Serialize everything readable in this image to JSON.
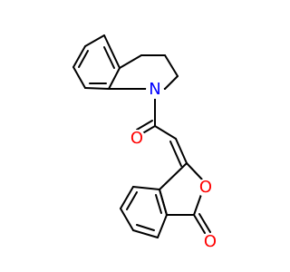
{
  "molecule": {
    "atoms": {
      "n1": {
        "symbol": "N"
      },
      "o1": {
        "symbol": "O"
      },
      "o2": {
        "symbol": "O"
      },
      "o3": {
        "symbol": "O"
      }
    },
    "colors": {
      "bond": "#000000",
      "nitrogen": "#0000ff",
      "oxygen": "#ff0000",
      "background": "#ffffff"
    }
  }
}
